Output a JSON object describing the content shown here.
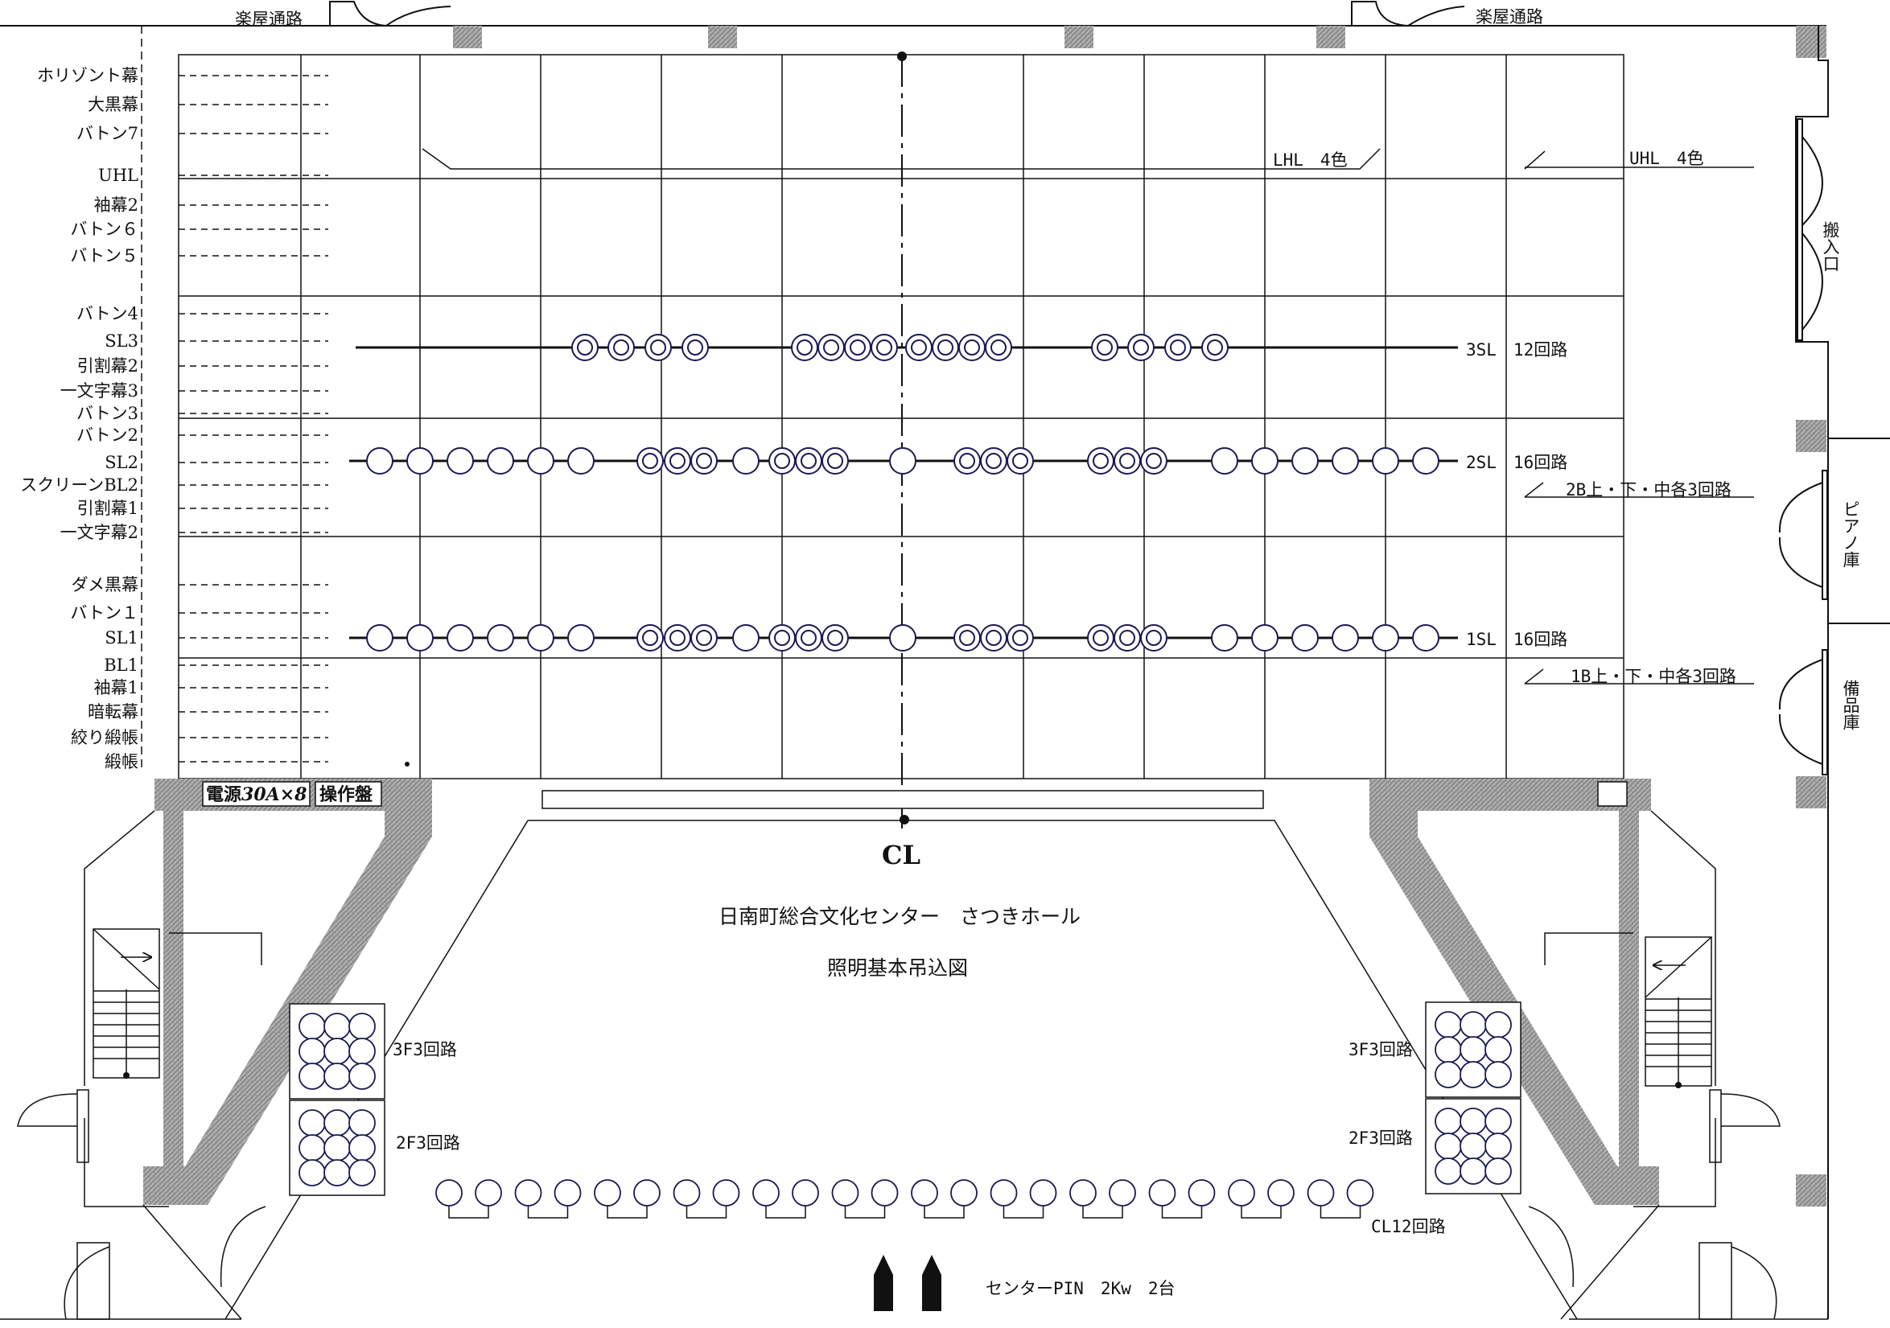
{
  "passages": {
    "left": "楽屋通路",
    "right": "楽屋通路"
  },
  "batten_labels": [
    "ホリゾント幕",
    "大黒幕",
    "バトン7",
    "UHL",
    "袖幕2",
    "バトン６",
    "バトン５",
    "バトン4",
    "SL3",
    "引割幕2",
    "一文字幕3",
    "バトン3",
    "バトン2",
    "SL2",
    "スクリーンBL2",
    "引割幕1",
    "一文字幕2",
    "ダメ黒幕",
    "バトン１",
    "SL1",
    "BL1",
    "袖幕1",
    "暗転幕",
    "絞り緞帳",
    "緞帳"
  ],
  "rooms": {
    "loading": "搬入口",
    "piano": "ピアノ庫",
    "storage": "備品庫"
  },
  "upper": {
    "lhl": "LHL　4色",
    "uhl": "UHL　4色"
  },
  "sl3": {
    "circuit": "3SL　12回路"
  },
  "sl2": {
    "circuit": "2SL　16回路",
    "border": "2B上・下・中各3回路"
  },
  "sl1": {
    "circuit": "1SL　16回路",
    "border": "1B上・下・中各3回路"
  },
  "power": {
    "label": "電源",
    "spec": "30A×8"
  },
  "panel": {
    "label": "操作盤"
  },
  "centerline": {
    "label": "CL"
  },
  "title": {
    "line1": "日南町総合文化センター　さつきホール",
    "line2": "照明基本吊込図"
  },
  "front": {
    "left_3f": "3F3回路",
    "left_2f": "2F3回路",
    "right_3f": "3F3回路",
    "right_2f": "2F3回路",
    "cl": "CL12回路",
    "pin": "センターPIN　2Kw　2台"
  }
}
